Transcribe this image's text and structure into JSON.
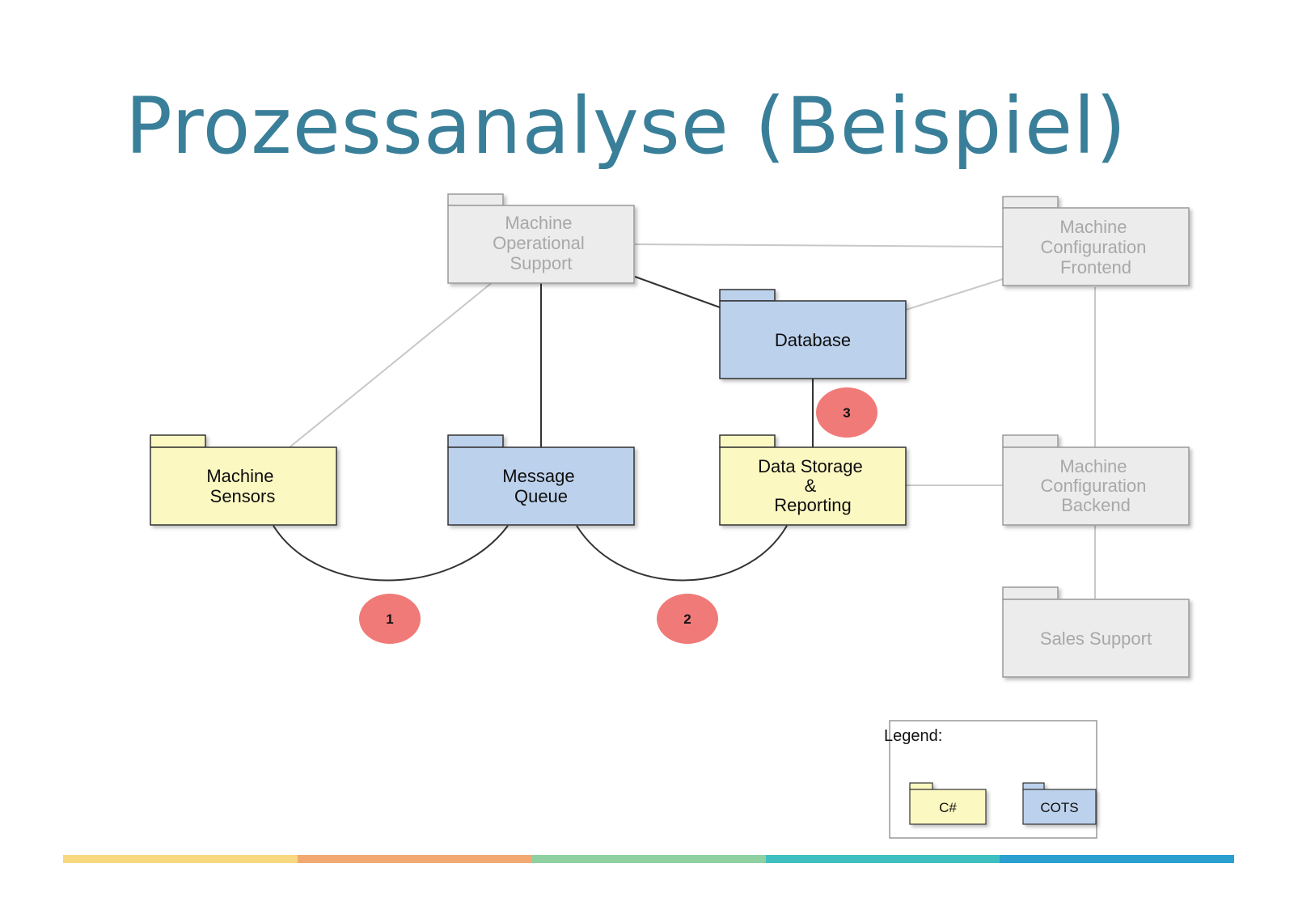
{
  "title": "Prozessanalyse (Beispiel)",
  "colors": {
    "csharp_fill": "#fcf8c1",
    "cots_fill": "#bcd1ec",
    "gray_fill": "#ececec",
    "gray_text": "#a8a8a8",
    "badge_fill": "#f07a78",
    "title": "#3a7f99"
  },
  "packages": {
    "machine_operational_support": {
      "lines": [
        "Machine",
        "Operational",
        "Support"
      ]
    },
    "machine_configuration_frontend": {
      "lines": [
        "Machine",
        "Configuration",
        "Frontend"
      ]
    },
    "database": {
      "lines": [
        "Database"
      ]
    },
    "machine_sensors": {
      "lines": [
        "Machine",
        "Sensors"
      ]
    },
    "message_queue": {
      "lines": [
        "Message",
        "Queue"
      ]
    },
    "data_storage_reporting": {
      "lines": [
        "Data Storage",
        "&",
        "Reporting"
      ]
    },
    "machine_configuration_backend": {
      "lines": [
        "Machine",
        "Configuration",
        "Backend"
      ]
    },
    "sales_support": {
      "lines": [
        "Sales Support"
      ]
    }
  },
  "badges": [
    "1",
    "2",
    "3"
  ],
  "legend": {
    "title": "Legend:",
    "items": [
      {
        "label": "C#",
        "kind": "csharp"
      },
      {
        "label": "COTS",
        "kind": "cots"
      }
    ]
  },
  "footer_colors": [
    "#f7d77f",
    "#f2a971",
    "#8fd0a1",
    "#3fbfbf",
    "#2a9fd0"
  ]
}
